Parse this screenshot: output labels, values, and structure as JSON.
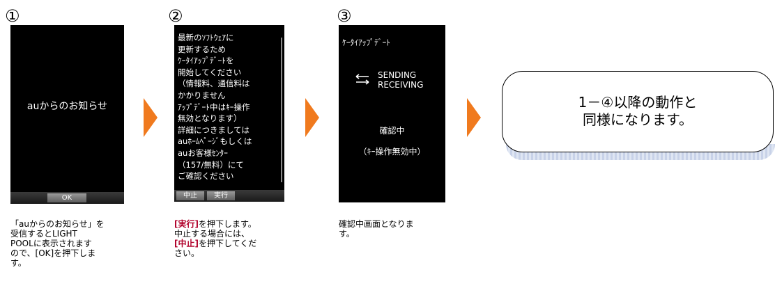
{
  "steps": [
    {
      "number": "①",
      "screen": {
        "message": "auからのお知らせ",
        "softkey": "OK"
      },
      "caption_lines": [
        "「auからのお知らせ」を",
        "受信するとLIGHT",
        "POOLに表示されます",
        "ので、[OK]を押下しま",
        "す。"
      ]
    },
    {
      "number": "②",
      "screen": {
        "lines": [
          "最新のｿﾌﾄｳｪｱに",
          "更新するため",
          "ｹｰﾀｲｱｯﾌﾟﾃﾞｰﾄを",
          "開始してください",
          "（情報料、通信料は",
          "かかりません",
          "ｱｯﾌﾟﾃﾞｰﾄ中はｷｰ操作",
          "無効となります）",
          "詳細につきましては",
          "auﾎｰﾑﾍﾟｰｼﾞもしくは",
          "auお客様ｾﾝﾀｰ",
          "（157/無料）にて",
          "ご確認ください"
        ],
        "softkey_left": "中止",
        "softkey_right": "実行"
      },
      "caption": {
        "line1_bold": "[実行]",
        "line1_rest": "を押下します。",
        "line2": "中止する場合には、",
        "line3_bold": "[中止]",
        "line3_rest": "を押下してくだ",
        "line4": "さい。"
      }
    },
    {
      "number": "③",
      "screen": {
        "title": "ｹｰﾀｲｱｯﾌﾟﾃﾞｰﾄ",
        "sending": "SENDING",
        "receiving": "RECEIVING",
        "status": "確認中",
        "note": "（ｷｰ操作無効中）"
      },
      "caption_lines": [
        "確認中画面となりま",
        "す。"
      ]
    }
  ],
  "callout": {
    "line1": "1－④以降の動作と",
    "line2": "同様になります。"
  },
  "colors": {
    "arrow": "#f07a1e",
    "caption_bold": "#b0002a"
  }
}
